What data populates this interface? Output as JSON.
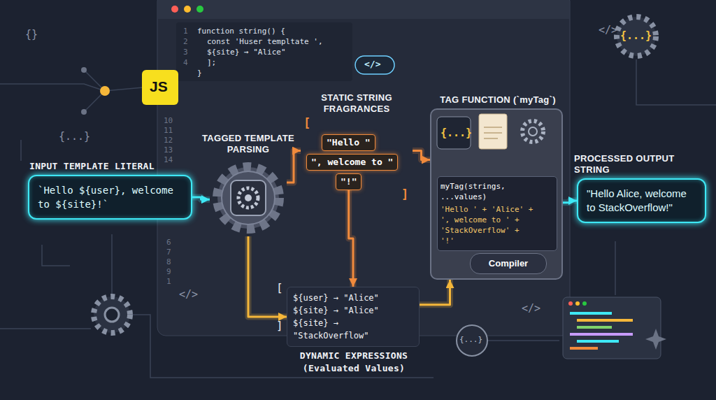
{
  "diagram": {
    "nodes": [
      {
        "text": [
          "INPUT TEMPLATE LITERAL",
          "`Hello ${user}, welcome to ${site}!`"
        ]
      },
      {
        "text": [
          "TAGGED TEMPLATE PARSING"
        ]
      },
      {
        "text": [
          "STATIC STRING FRAGRANCES"
        ]
      },
      {
        "text": [
          "\"Hello \""
        ],
        "in": 2
      },
      {
        "text": [
          "\", welcome to \""
        ],
        "in": 2
      },
      {
        "text": [
          "\"!\""
        ],
        "in": 2
      },
      {
        "text": [
          "${user} → \"Alice\"",
          "${site} → \"Alice\"",
          "${site} → \"StackOverflow\"",
          "DYNAMIC EXPRESSIONS",
          "(Evaluated Values)"
        ]
      },
      {
        "text": [
          "TAG FUNCTION (`myTag`)"
        ]
      },
      {
        "text": [
          "myTag(strings, ...values)",
          "'Hello ' + 'Alice' +",
          "', welcome to ' +",
          "'StackOverflow' +",
          "'!'"
        ],
        "in": 7
      },
      {
        "text": [
          "Compiler"
        ],
        "in": 7
      },
      {
        "text": [
          "PROCESSED OUTPUT STRING",
          "\"Hello Alice, welcome to StackOverflow!\""
        ]
      }
    ],
    "edges": [
      {
        "from": 0,
        "to": 1,
        "arrow": "to"
      },
      {
        "from": 1,
        "to": 2,
        "arrow": "to"
      },
      {
        "from": 1,
        "to": 6,
        "arrow": "to"
      },
      {
        "from": 5,
        "to": 6,
        "arrow": "to"
      },
      {
        "from": 2,
        "to": 7,
        "arrow": "to"
      },
      {
        "from": 6,
        "to": 7,
        "arrow": "to"
      },
      {
        "from": 7,
        "to": 10,
        "arrow": "to"
      }
    ],
    "labels": [
      "1",
      "2",
      "3",
      "4",
      "function string() {",
      "const 'Huser templtate ',",
      "${site} → \"Alice\"",
      "];",
      "}",
      "</>",
      "10",
      "11",
      "12",
      "13",
      "14",
      "6",
      "7",
      "8",
      "9",
      "1",
      "</>",
      "JS",
      "{}",
      "{...}",
      "</>",
      "{...}",
      "[",
      "]",
      "[",
      "]",
      "{...}",
      "</>",
      "{...}"
    ]
  }
}
